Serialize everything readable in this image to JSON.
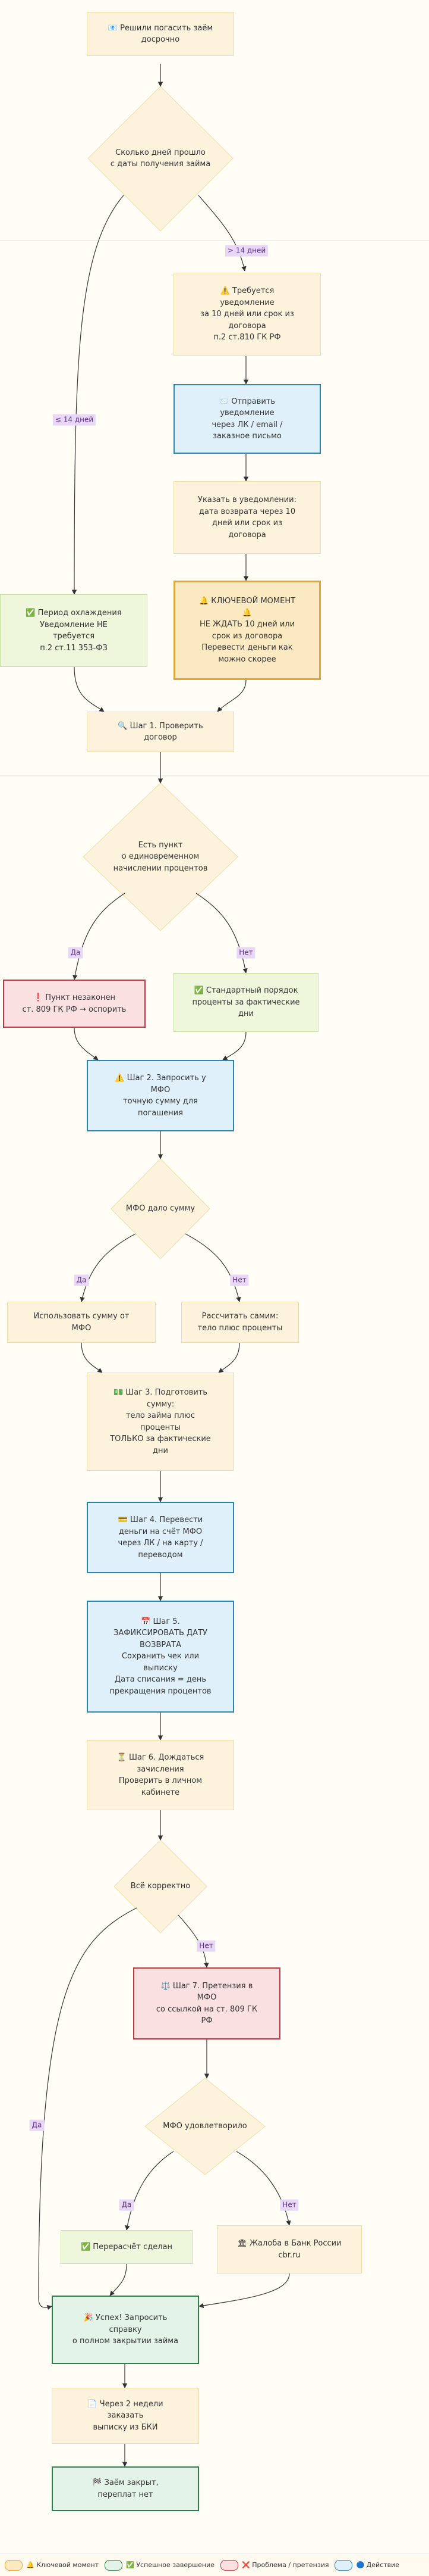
{
  "nodes": {
    "start": "📧 Решили погасить заём\nдосрочно",
    "q_days": "Сколько дней прошло\nс даты получения займа",
    "notice_required": "⚠️ Требуется\nуведомление\nза 10 дней или срок из\nдоговора\nп.2 ст.810 ГК РФ",
    "send_notice": "📨 Отправить\nуведомление\nчерез ЛК / email /\nзаказное письмо",
    "notice_date": "Указать в уведомлении:\nдата возврата через 10\nдней или срок из\nдоговора",
    "key_moment": "🔔 КЛЮЧЕВОЙ МОМЕНТ\n🔔\nНЕ ЖДАТЬ 10 дней или\nсрок из договора\nПеревести деньги как\nможно скорее",
    "cooling": "✅ Период охлаждения\nУведомление НЕ\nтребуется\nп.2 ст.11 353-ФЗ",
    "step1": "🔍 Шаг 1. Проверить\nдоговор",
    "q_clause": "Есть пункт\nо единовременном\nначислении процентов",
    "illegal": "❗ Пункт незаконен\nст. 809 ГК РФ → оспорить",
    "standard": "✅ Стандартный порядок\nпроценты за фактические\nдни",
    "step2": "⚠️ Шаг 2. Запросить у\nМФО\nточную сумму для\nпогашения",
    "q_mfo_sum": "МФО дало сумму",
    "use_sum": "Использовать сумму от\nМФО",
    "calc_self": "Рассчитать самим:\nтело плюс проценты",
    "step3": "💵 Шаг 3. Подготовить\nсумму:\nтело займа плюс\nпроценты\nТОЛЬКО за фактические\nдни",
    "step4": "💳 Шаг 4. Перевести\nденьги на счёт МФО\nчерез ЛК / на карту /\nпереводом",
    "step5": "📅 Шаг 5.\nЗАФИКСИРОВАТЬ ДАТУ\nВОЗВРАТА\nСохранить чек или\nвыписку\nДата списания = день\nпрекращения процентов",
    "step6": "⏳ Шаг 6. Дождаться\nзачисления\nПроверить в личном\nкабинете",
    "q_ok": "Всё корректно",
    "step7": "⚖️ Шаг 7. Претензия в\nМФО\nсо ссылкой на ст. 809 ГК\nРФ",
    "q_mfo_ok": "МФО удовлетворило",
    "recalc": "✅ Перерасчёт сделан",
    "complaint": "🏛 Жалоба в Банк России\ncbr.ru",
    "success": "🎉 Успех! Запросить\nсправку\nо полном закрытии займа",
    "bki": "📄 Через 2 недели\nзаказать\nвыписку из БКИ",
    "closed": "🏁 Заём закрыт,\nпереплат нет"
  },
  "edges": {
    "gt14": "> 14 дней",
    "le14": "≤ 14 дней",
    "yes1": "Да",
    "no1": "Нет",
    "yes2": "Да",
    "no2": "Нет",
    "no3": "Нет",
    "yes3": "Да",
    "yes4": "Да",
    "no4": "Нет"
  },
  "legend": {
    "key": "🔔 Ключевой момент",
    "success": "✅ Успешное завершение",
    "problem": "❌ Проблема / претензия",
    "action": "🔵 Действие"
  },
  "colors": {
    "default_fill": "#fdf3dc",
    "action": "#2b86b3",
    "problem": "#c0353f",
    "success": "#2c7f4a",
    "key": "#e0a63a",
    "edge_label_bg": "#e8d8f6"
  }
}
